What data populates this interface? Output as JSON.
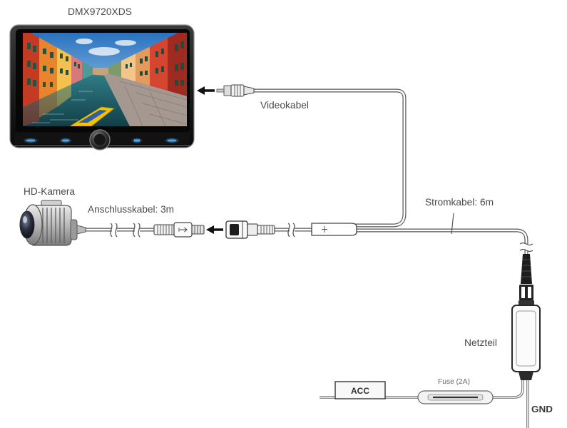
{
  "head_unit": {
    "model": "DMX9720XDS"
  },
  "video_cable": {
    "label": "Videokabel"
  },
  "camera": {
    "label": "HD-Kamera",
    "cable_label": "Anschlusskabel: 3m"
  },
  "power_cable": {
    "label": "Stromkabel: 6m"
  },
  "power_supply": {
    "label": "Netzteil"
  },
  "fuse": {
    "label": "Fuse (2A)"
  },
  "acc": {
    "label": "ACC"
  },
  "ground": {
    "label": "GND"
  },
  "icons": {
    "display_connection_arrow": "arrow-left-icon",
    "camera_connection_arrow": "arrow-left-icon",
    "plug_marking": "plug-symbol-icon"
  },
  "colors": {
    "background": "#ffffff",
    "label_text": "#4a4a4a",
    "cable_outline": "#555555",
    "arrow": "#111111",
    "display_button_glow": "#3fa9f5"
  }
}
